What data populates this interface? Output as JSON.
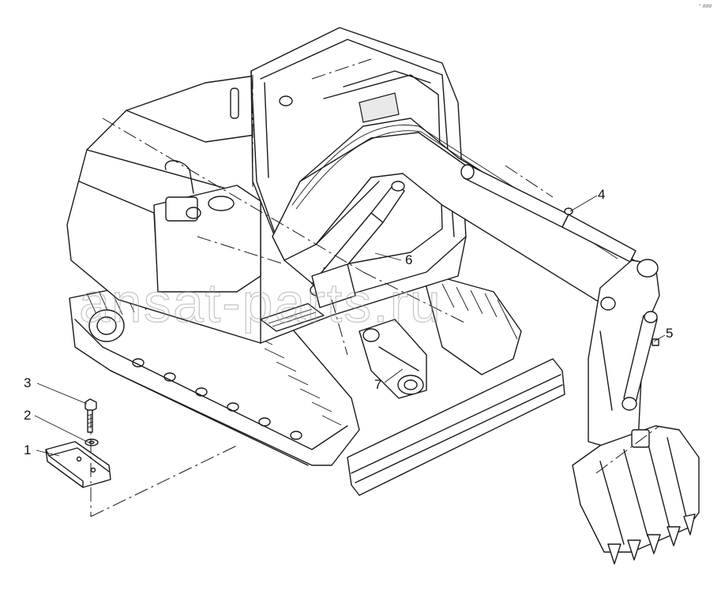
{
  "diagram": {
    "callouts": [
      {
        "id": "c1",
        "label": "1"
      },
      {
        "id": "c2",
        "label": "2"
      },
      {
        "id": "c3",
        "label": "3"
      },
      {
        "id": "c4",
        "label": "4"
      },
      {
        "id": "c5",
        "label": "5"
      },
      {
        "id": "c6",
        "label": "6"
      },
      {
        "id": "c7",
        "label": "7"
      }
    ],
    "watermark": "ansat-parts.ru",
    "corner_mark": "° ###"
  }
}
